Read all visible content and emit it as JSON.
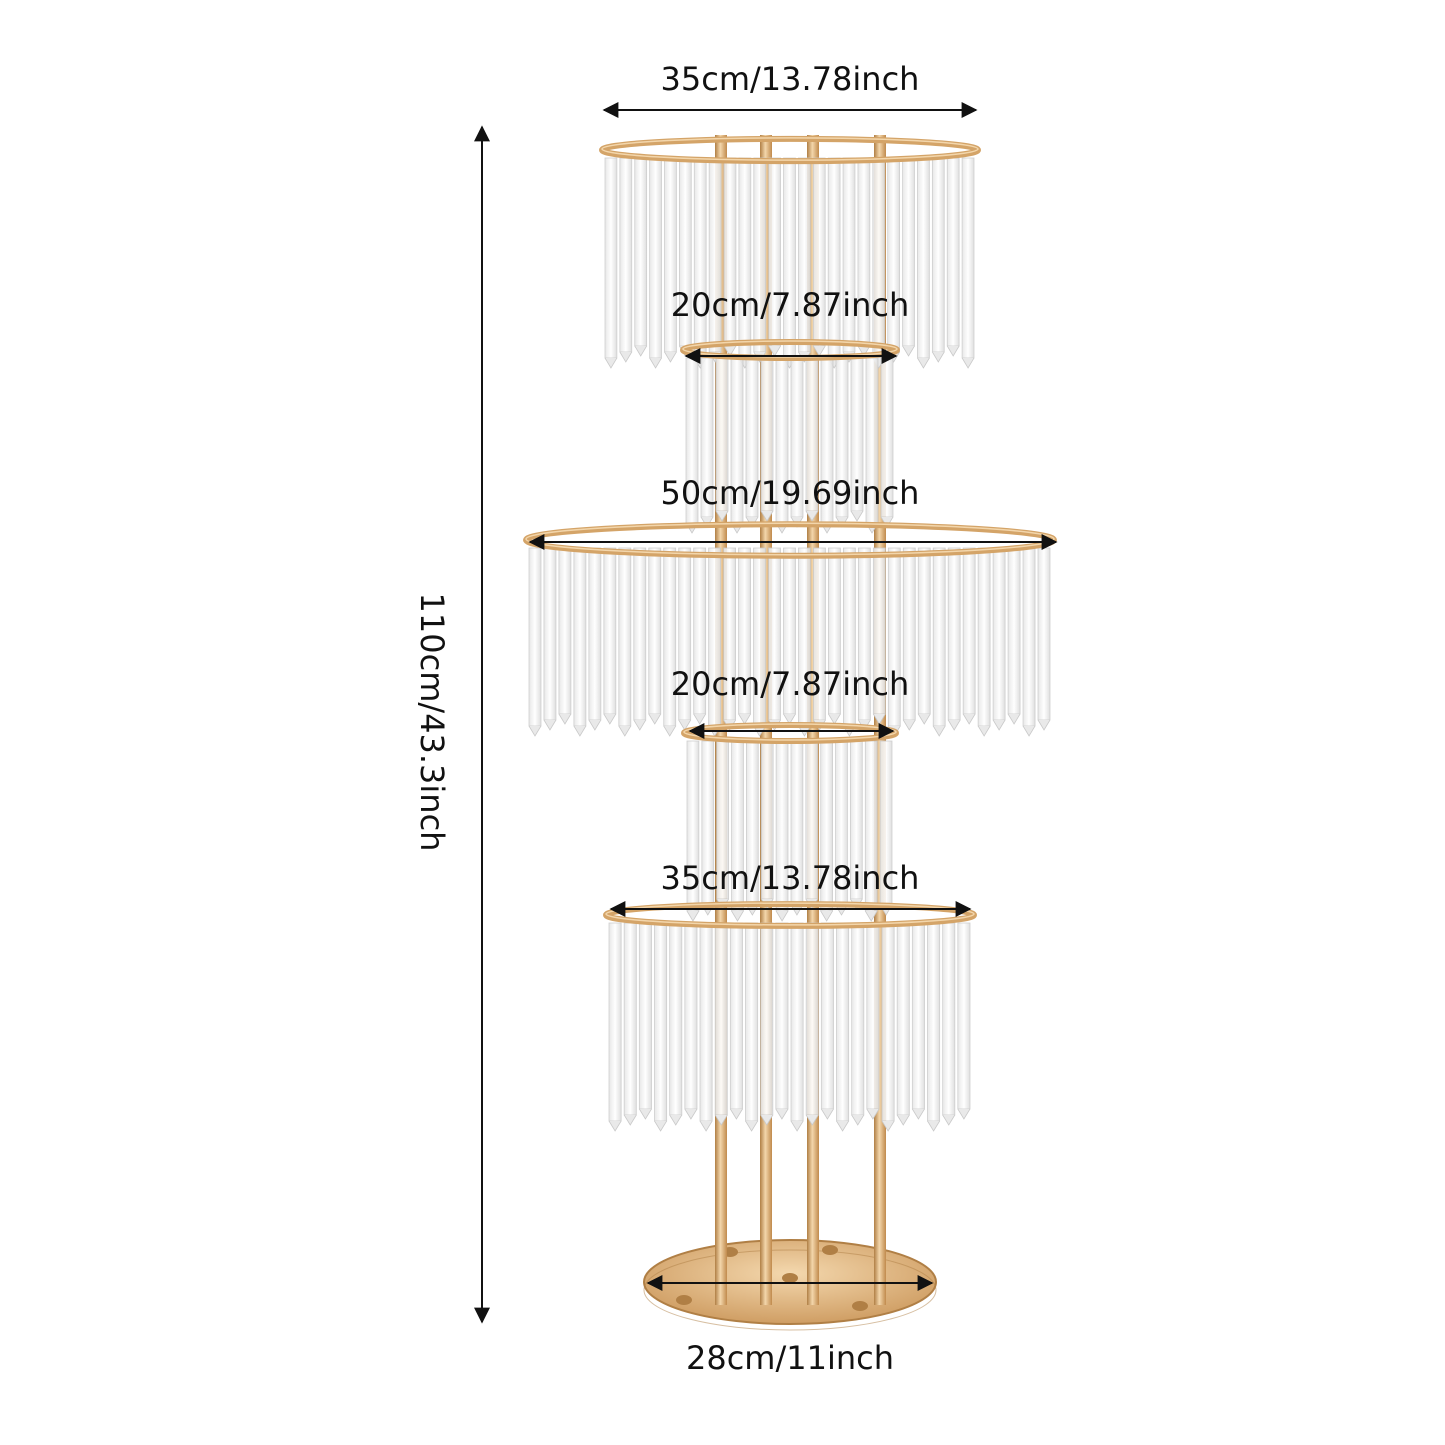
{
  "colors": {
    "gold": "#d4a468",
    "gold_dark": "#b07f45",
    "gold_light": "#f3d6ab",
    "crystal": "#f3f3f3",
    "crystal_edge": "#c9c9c9",
    "arrow": "#111111",
    "text": "#111111"
  },
  "dimensions": {
    "top_tier_width": "35cm/13.78inch",
    "upper_small_tier_width": "20cm/7.87inch",
    "middle_tier_width": "50cm/19.69inch",
    "lower_small_tier_width": "20cm/7.87inch",
    "bottom_tier_width": "35cm/13.78inch",
    "base_width": "28cm/11inch",
    "total_height": "110cm/43.3inch"
  },
  "product": {
    "name": "",
    "tiers": [
      {
        "id": "tier-1",
        "diameter_cm": 35
      },
      {
        "id": "tier-2",
        "diameter_cm": 20
      },
      {
        "id": "tier-3",
        "diameter_cm": 50
      },
      {
        "id": "tier-4",
        "diameter_cm": 20
      },
      {
        "id": "tier-5",
        "diameter_cm": 35
      }
    ],
    "base_diameter_cm": 28,
    "height_cm": 110,
    "pole_count": 4
  }
}
